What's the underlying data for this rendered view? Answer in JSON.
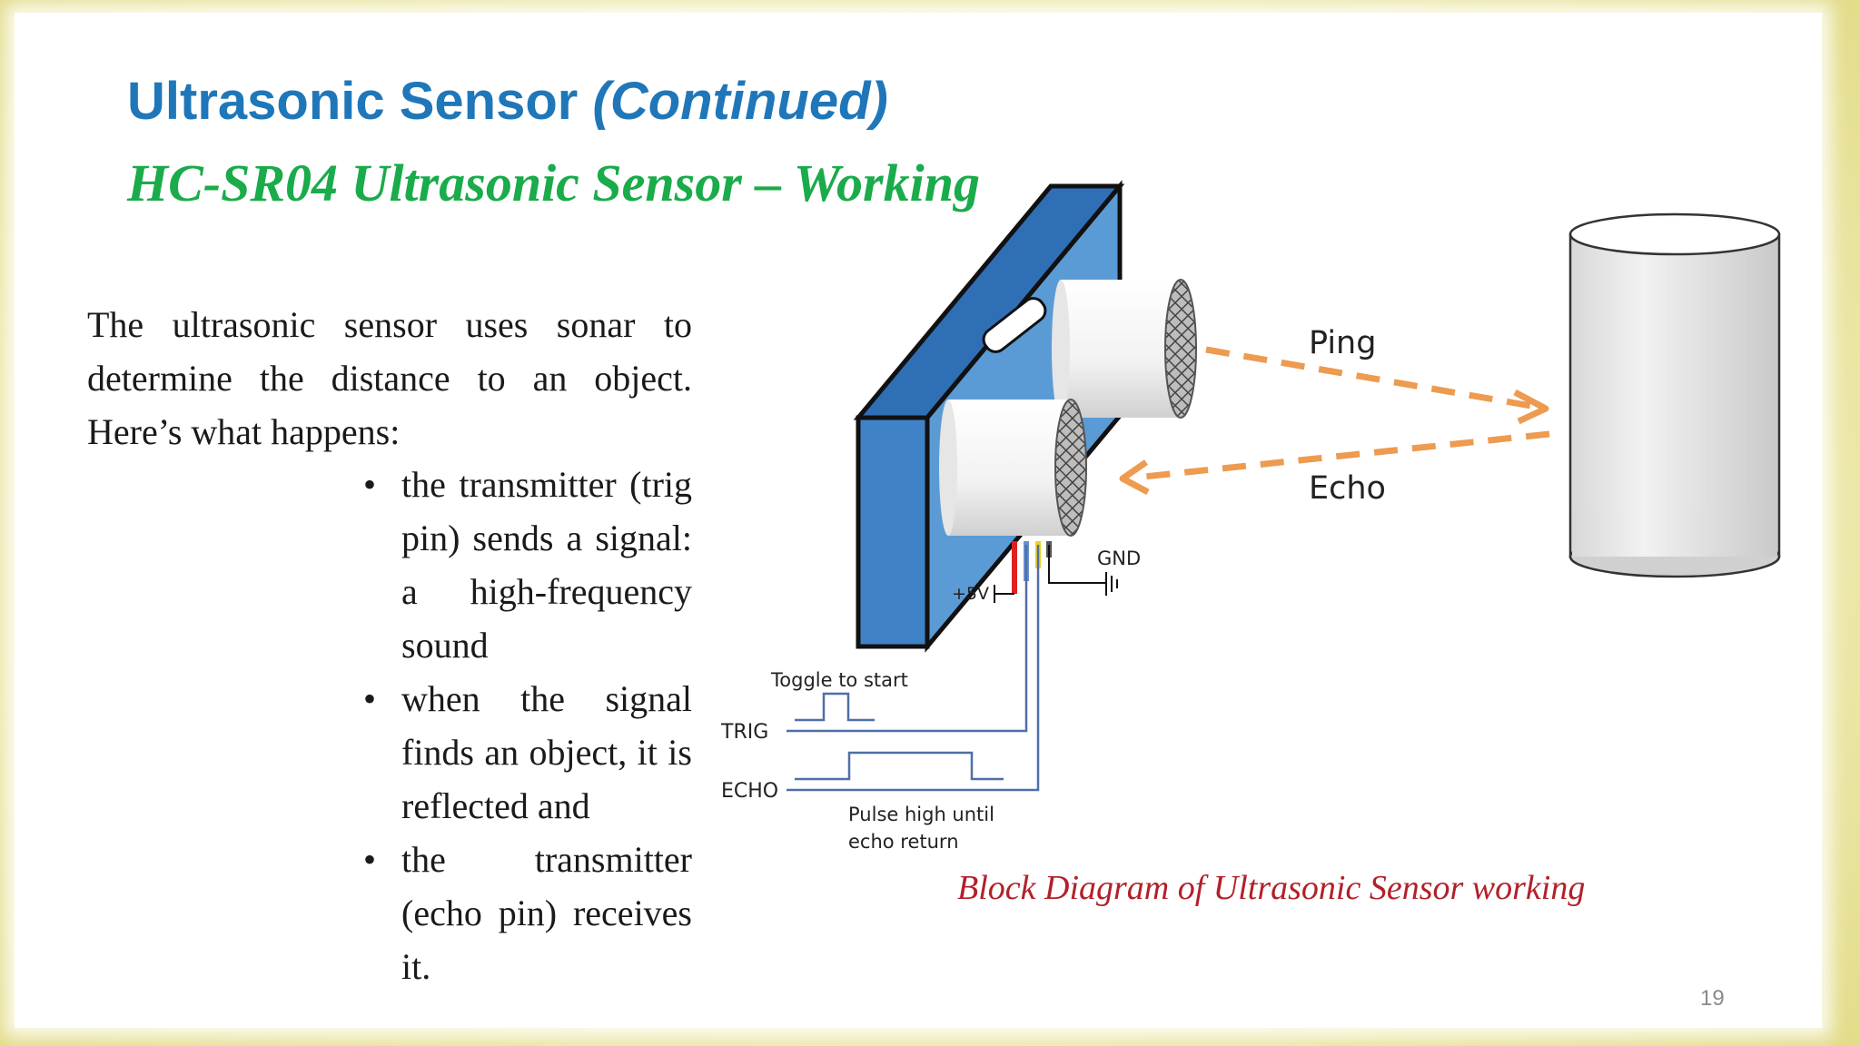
{
  "slide": {
    "title_main": "Ultrasonic Sensor",
    "title_suffix": "(Continued)",
    "subtitle": "HC-SR04 Ultrasonic Sensor – Working",
    "intro": "The ultrasonic sensor uses sonar to determine the distance to an object. Here’s what happens:",
    "bullets": [
      "the transmitter (trig pin) sends a signal: a high-frequency sound",
      "when the signal finds an object, it is reflected and",
      "the transmitter (echo pin) receives it."
    ],
    "bullet_symbol": "•",
    "page_number": "19"
  },
  "diagram": {
    "ping_label": "Ping",
    "echo_label": "Echo",
    "gnd_label": "GND",
    "vcc_label": "+5V",
    "toggle_label": "Toggle to start",
    "trig_label": "TRIG",
    "echo_pin_label": "ECHO",
    "pulse_label_line1": "Pulse high until",
    "pulse_label_line2": "echo return",
    "caption": "Block Diagram of Ultrasonic Sensor working",
    "colors": {
      "board": "#5b9bd5",
      "arrow": "#ed9b50",
      "signal_line": "#4f6fa8",
      "wire_red": "#e02020",
      "wire_blue": "#6a8fd0",
      "wire_yellow": "#f0d020"
    }
  }
}
